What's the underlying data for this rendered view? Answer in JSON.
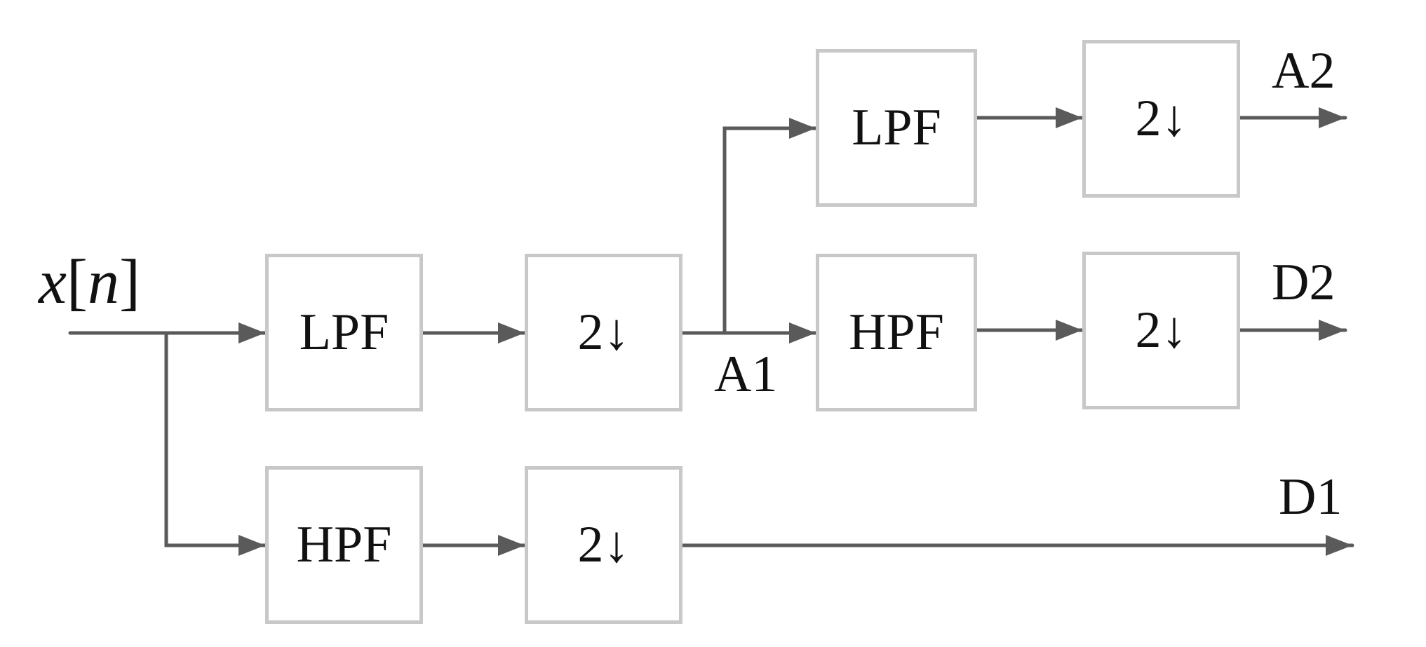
{
  "input": {
    "var": "x",
    "open": "[",
    "index": "n",
    "close": "]"
  },
  "blocks": {
    "lpf1": "LPF",
    "ds1a": "2↓",
    "hpf1": "HPF",
    "ds1d": "2↓",
    "lpf2": "LPF",
    "ds2a": "2↓",
    "hpf2": "HPF",
    "ds2d": "2↓"
  },
  "signals": {
    "a1": "A1",
    "a2": "A2",
    "d2": "D2",
    "d1": "D1"
  },
  "colors": {
    "wire": "#5a5a5a",
    "block_border": "#c8c8c8",
    "text": "#111111"
  }
}
